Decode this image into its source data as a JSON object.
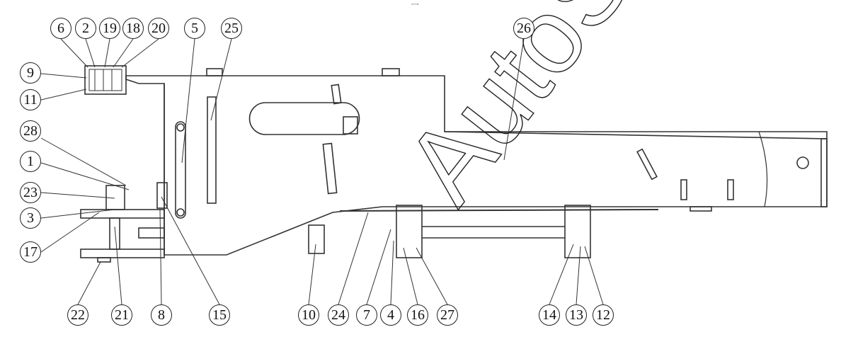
{
  "header_mark": "\"’’\" ",
  "watermark": "AutoSoft",
  "callouts": {
    "top": [
      "6",
      "2",
      "19",
      "18",
      "20",
      "5",
      "25",
      "26"
    ],
    "left": [
      "9",
      "11",
      "28",
      "1",
      "23",
      "3",
      "17"
    ],
    "bottom": [
      "22",
      "21",
      "8",
      "15",
      "10",
      "24",
      "7",
      "4",
      "16",
      "27",
      "14",
      "13",
      "12"
    ]
  }
}
